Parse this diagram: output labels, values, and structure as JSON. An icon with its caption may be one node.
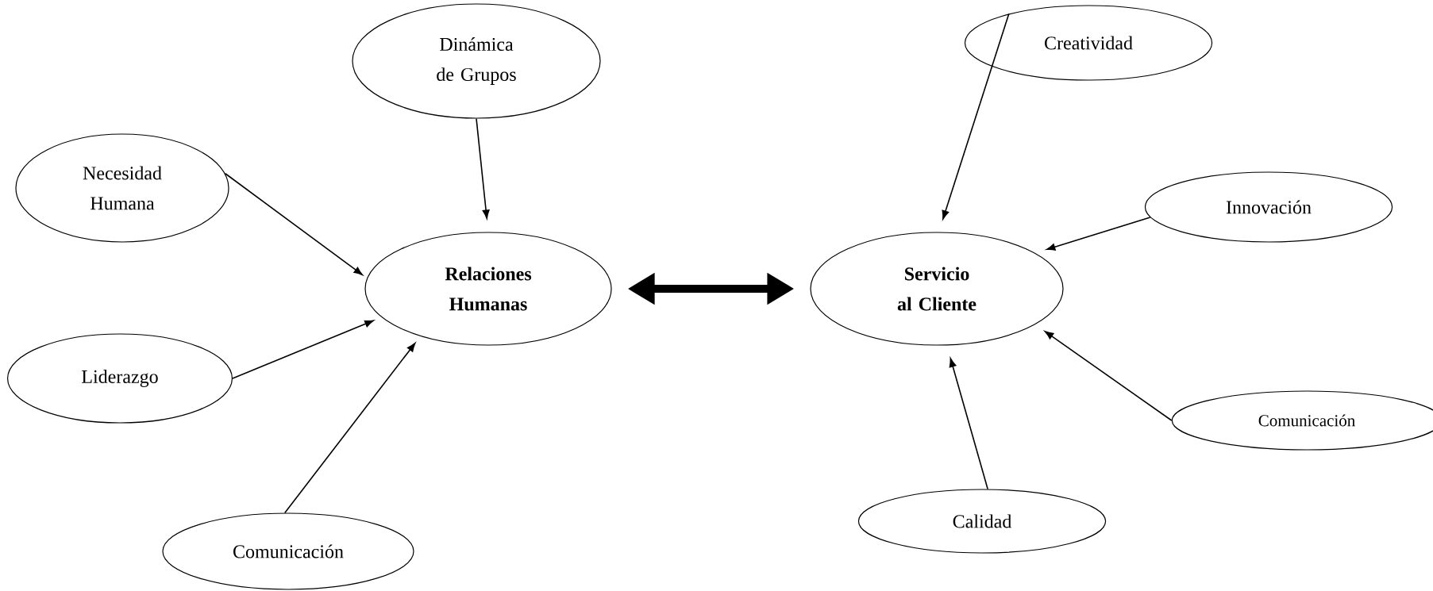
{
  "diagram": {
    "nodes": [
      {
        "text": [
          "Dinámica de Grupos"
        ]
      },
      {
        "text": [
          "Necesidad Humana"
        ]
      },
      {
        "text": [
          "Relaciones Humanas"
        ]
      },
      {
        "text": [
          "Liderazgo"
        ]
      },
      {
        "text": [
          "Comunicación"
        ]
      },
      {
        "text": [
          "Creatividad"
        ]
      },
      {
        "text": [
          "Servicio al Cliente"
        ]
      },
      {
        "text": [
          "Innovación"
        ]
      },
      {
        "text": [
          "Comunicación"
        ]
      },
      {
        "text": [
          "Calidad"
        ]
      }
    ],
    "edges": [
      {
        "from": 0,
        "to": 2,
        "arrow": "to"
      },
      {
        "from": 1,
        "to": 2,
        "arrow": "to"
      },
      {
        "from": 3,
        "to": 2,
        "arrow": "to"
      },
      {
        "from": 4,
        "to": 2,
        "arrow": "to"
      },
      {
        "from": 5,
        "to": 6,
        "arrow": "to"
      },
      {
        "from": 7,
        "to": 6,
        "arrow": "to"
      },
      {
        "from": 8,
        "to": 6,
        "arrow": "to"
      },
      {
        "from": 9,
        "to": 6,
        "arrow": "to"
      },
      {
        "from": 2,
        "to": 6,
        "arrow": "both",
        "style": "thick"
      }
    ]
  }
}
